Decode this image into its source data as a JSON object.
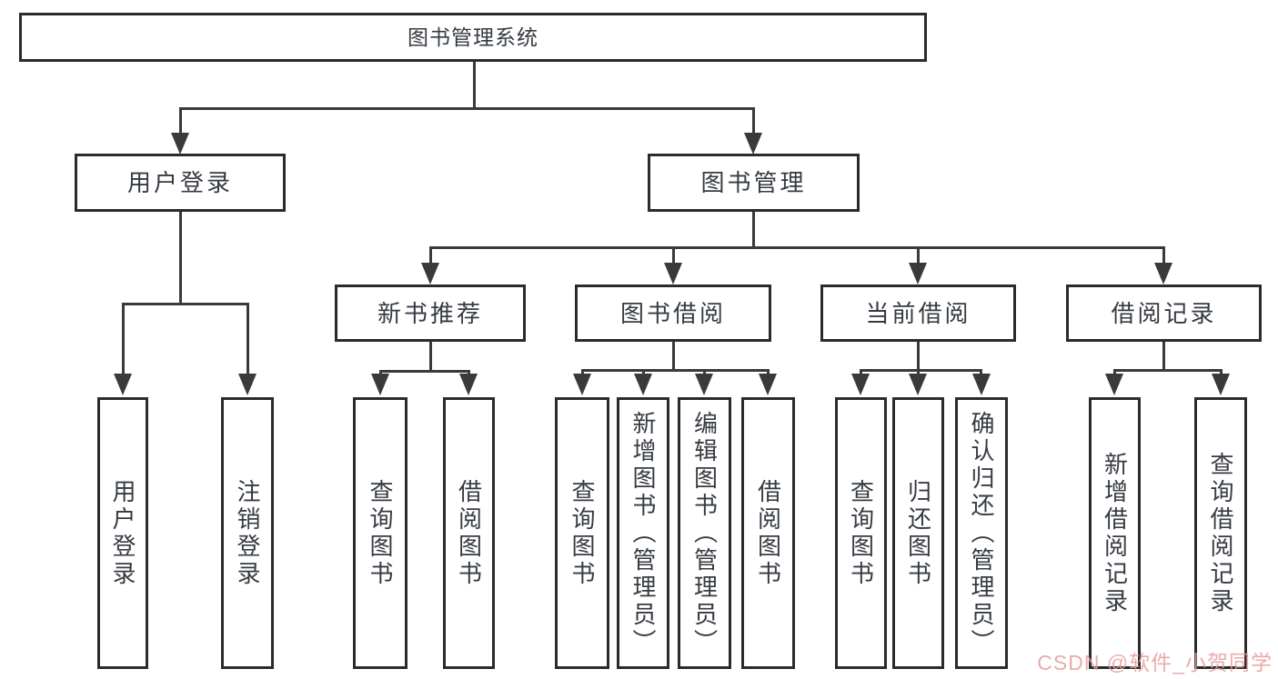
{
  "diagram": {
    "title": "图书管理系统",
    "children": [
      {
        "label": "用户登录",
        "children": [
          {
            "label": "用户登录"
          },
          {
            "label": "注销登录"
          }
        ]
      },
      {
        "label": "图书管理",
        "children": [
          {
            "label": "新书推荐",
            "children": [
              {
                "label": "查询图书"
              },
              {
                "label": "借阅图书"
              }
            ]
          },
          {
            "label": "图书借阅",
            "children": [
              {
                "label": "查询图书"
              },
              {
                "label": "新增图书（管理员）"
              },
              {
                "label": "编辑图书（管理员）"
              },
              {
                "label": "借阅图书"
              }
            ]
          },
          {
            "label": "当前借阅",
            "children": [
              {
                "label": "查询图书"
              },
              {
                "label": "归还图书"
              },
              {
                "label": "确认归还（管理员）"
              }
            ]
          },
          {
            "label": "借阅记录",
            "children": [
              {
                "label": "新增借阅记录"
              },
              {
                "label": "查询借阅记录"
              }
            ]
          }
        ]
      }
    ]
  },
  "watermark": {
    "text": "CSDN @软件_小贺同学"
  },
  "colors": {
    "box_border": "#2b2b2b",
    "line": "#3a3a3a",
    "text": "#363b42",
    "watermark": "#e79c9c",
    "background": "#ffffff"
  }
}
